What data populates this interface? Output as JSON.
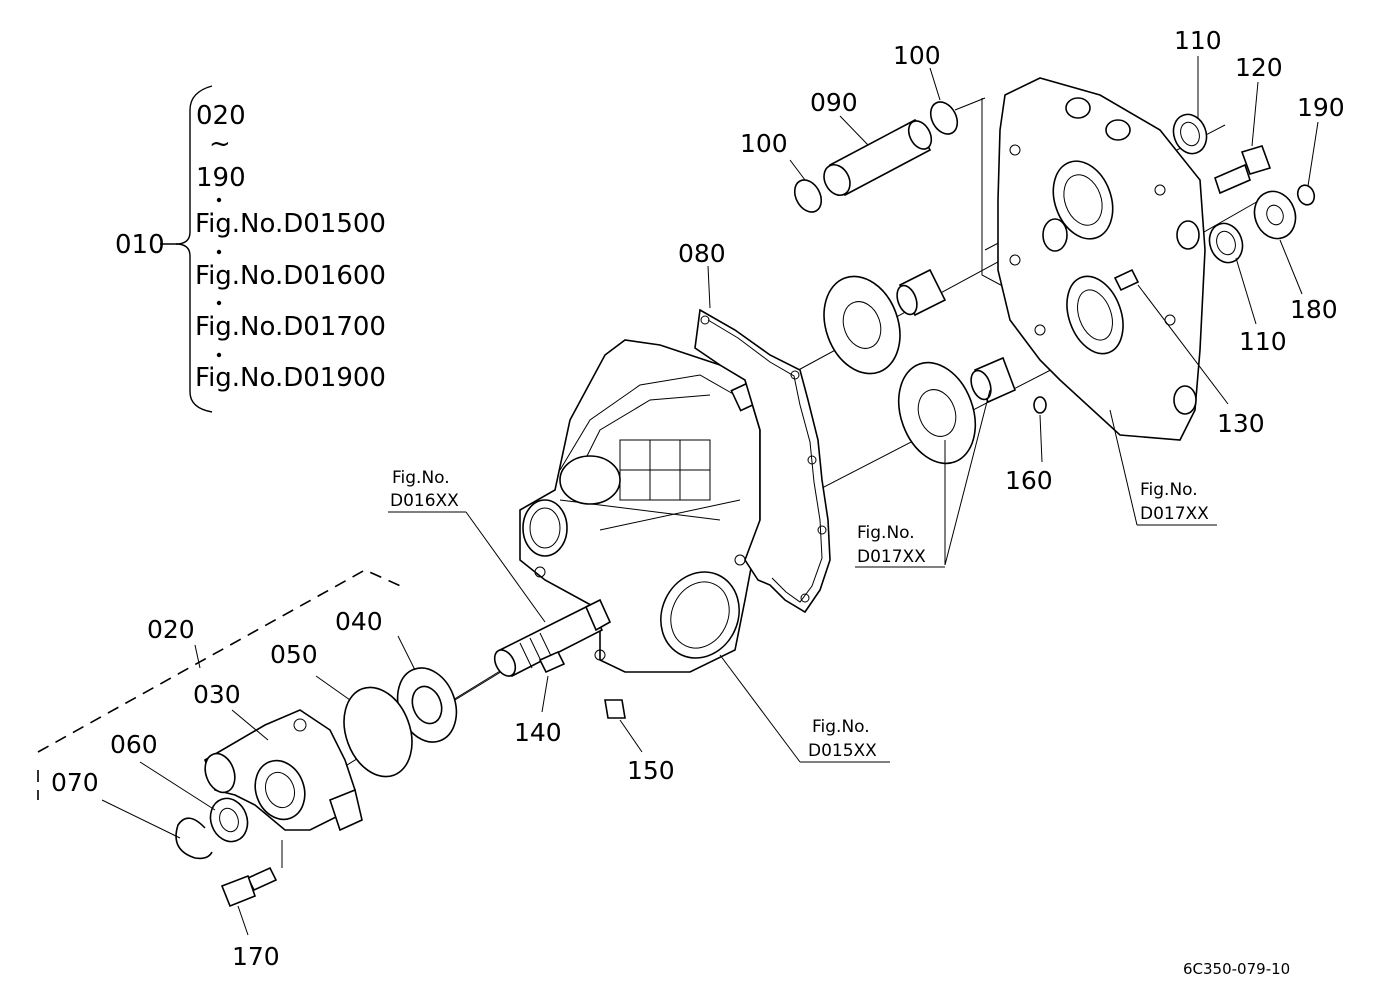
{
  "bom": {
    "assembly": "010",
    "range_start": "020",
    "range_tilde": "~",
    "range_end": "190",
    "refs": [
      "Fig.No.D01500",
      "Fig.No.D01600",
      "Fig.No.D01700",
      "Fig.No.D01900"
    ]
  },
  "callouts": {
    "p110a": "110",
    "p120": "120",
    "p190": "190",
    "p100a": "100",
    "p090": "090",
    "p100b": "100",
    "p080": "080",
    "p180": "180",
    "p110b": "110",
    "p130": "130",
    "p160": "160",
    "p020": "020",
    "p040": "040",
    "p050": "050",
    "p030": "030",
    "p060": "060",
    "p070": "070",
    "p140": "140",
    "p150": "150",
    "p170": "170"
  },
  "fig_refs": {
    "d016": {
      "top": "Fig.No.",
      "bottom": "D016XX"
    },
    "d017a": {
      "top": "Fig.No.",
      "bottom": "D017XX"
    },
    "d017b": {
      "top": "Fig.No.",
      "bottom": "D017XX"
    },
    "d015": {
      "top": "Fig.No.",
      "bottom": "D015XX"
    }
  },
  "drawing_code": "6C350-079-10"
}
